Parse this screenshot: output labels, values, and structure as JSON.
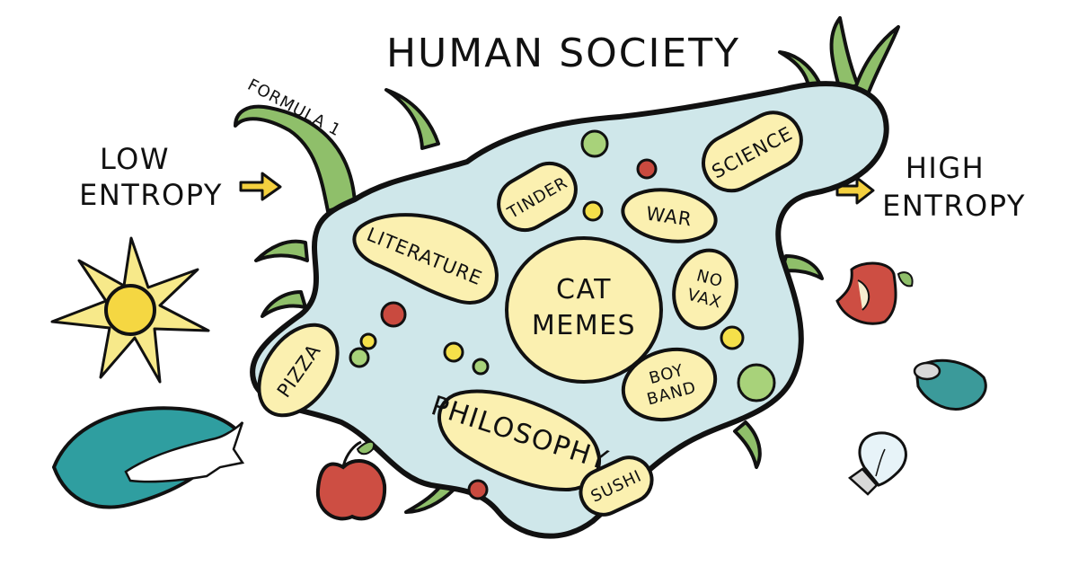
{
  "title": "HUMAN SOCIETY",
  "left_label": {
    "line1": "LOW",
    "line2": "ENTROPY"
  },
  "right_label": {
    "line1": "HIGH",
    "line2": "ENTROPY"
  },
  "tentacle_label": "FORMULA 1",
  "clusters": {
    "literature": "LITERATURE",
    "tinder": "TINDER",
    "war": "WAR",
    "science": "SCIENCE",
    "cat_memes": {
      "line1": "CAT",
      "line2": "MEMES"
    },
    "no_vax": {
      "line1": "NO",
      "line2": "VAX"
    },
    "boy_band": {
      "line1": "BOY",
      "line2": "BAND"
    },
    "pizza": "PIZZA",
    "philosophy": "PHILOSOPHY",
    "sushi": "SUSHI"
  },
  "colors": {
    "body": "#cfe7ea",
    "cluster": "#fbf0b0",
    "arrow": "#f4d03f",
    "green_dot": "#a8d27a",
    "red_dot": "#c94a3f",
    "yellow_dot": "#f5e04a",
    "tentacle": "#8fbf6a"
  },
  "icons": [
    "sun-icon",
    "wave-icon",
    "apple-icon",
    "apple-core-icon",
    "crushed-can-icon",
    "broken-bulb-icon"
  ]
}
